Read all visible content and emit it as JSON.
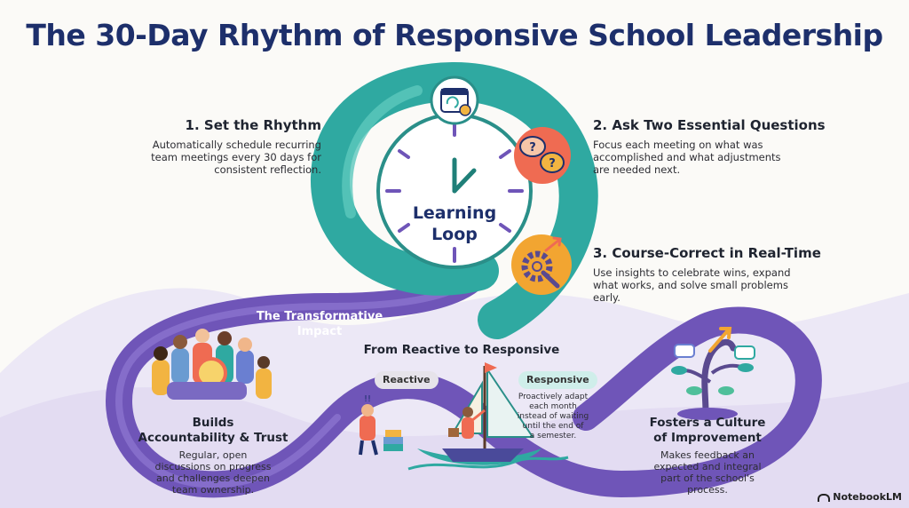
{
  "title": "The 30-Day Rhythm of Responsive School Leadership",
  "loop": {
    "line1": "Learning",
    "line2": "Loop"
  },
  "steps": [
    {
      "heading": "1. Set the Rhythm",
      "lines": [
        "Automatically schedule recurring",
        "team meetings every 30 days for",
        "consistent reflection."
      ]
    },
    {
      "heading": "2. Ask Two Essential Questions",
      "lines": [
        "Focus each meeting on what was",
        "accomplished and what adjustments",
        "are needed next."
      ]
    },
    {
      "heading": "3. Course-Correct in Real-Time",
      "lines": [
        "Use insights to celebrate wins, expand",
        "what works, and solve small problems",
        "early."
      ]
    }
  ],
  "impact": {
    "line1": "The Transformative",
    "line2": "Impact"
  },
  "outcomes": {
    "accountability": {
      "line1": "Builds",
      "line2": "Accountability & Trust",
      "lines": [
        "Regular, open",
        "discussions on progress",
        "and challenges deepen",
        "team ownership."
      ]
    },
    "shift": {
      "heading": "From Reactive to Responsive",
      "reactive": "Reactive",
      "responsive": "Responsive",
      "lines": [
        "Proactively adapt",
        "each month",
        "instead of waiting",
        "until the end of",
        "a semester."
      ]
    },
    "culture": {
      "line1": "Fosters a Culture",
      "line2": "of Improvement",
      "lines": [
        "Makes feedback an",
        "expected and integral",
        "part of the school's",
        "process."
      ]
    }
  },
  "brand": "NotebookLM",
  "colors": {
    "title": "#1d2f6b",
    "teal": "#2fa9a1",
    "purple": "#6f55b8",
    "lavender": "#ece8f6",
    "orange": "#f08a4b",
    "yellow": "#f2b441"
  }
}
